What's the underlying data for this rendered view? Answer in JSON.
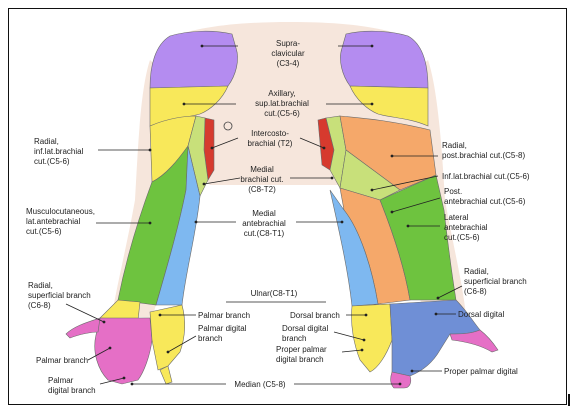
{
  "colors": {
    "skin": "#f6e6dc",
    "supraclavicular": "#b48cf0",
    "axillary": "#f8e85a",
    "intercostobrachial": "#d63a2e",
    "medial_brachial": "#c8e07a",
    "radial": "#f5a86a",
    "musculocutaneous": "#6ec33f",
    "medial_antebrachial": "#7eb8f0",
    "ulnar": "#f8e85a",
    "median": "#e56fc6",
    "dorsal_digital": "#6f8fd6"
  },
  "labels": {
    "supraclavicular": [
      "Supra-",
      "clavicular",
      "(C3-4)"
    ],
    "axillary": [
      "Axillary,",
      "sup.lat.brachial",
      "cut.(C5-6)"
    ],
    "intercostobrachial": [
      "Intercosto-",
      "brachial (T2)"
    ],
    "medial_brachial": [
      "Medial",
      "brachial cut.",
      "(C8-T2)"
    ],
    "medial_antebrachial": [
      "Medial",
      "antebrachial",
      "cut.(C8-T1)"
    ],
    "radial_inf_lat": [
      "Radial,",
      "inf.lat.brachial",
      "cut.(C5-6)"
    ],
    "musculocutaneous": [
      "Musculocutaneous,",
      "lat.antebrachial",
      "cut.(C5-6)"
    ],
    "radial_superficial_left": [
      "Radial,",
      "superficial branch",
      "(C6-8)"
    ],
    "palmar_branch_left": [
      "Palmar branch"
    ],
    "palmar_digital_branch_left": [
      "Palmar",
      "digital branch"
    ],
    "ulnar": [
      "Ulnar(C8-T1)"
    ],
    "palmar_branch_mid": [
      "Palmar branch"
    ],
    "palmar_digital_branch_mid": [
      "Palmar digital",
      "branch"
    ],
    "dorsal_branch": [
      "Dorsal branch"
    ],
    "dorsal_digital_branch": [
      "Dorsal digital",
      "branch"
    ],
    "proper_palmar_digital_branch": [
      "Proper palmar",
      "digital branch"
    ],
    "median": [
      "Median (C5-8)"
    ],
    "radial_post_brachial": [
      "Radial,",
      "post.brachial cut.(C5-8)"
    ],
    "inf_lat_brachial": [
      "Inf.lat.brachial cut.(C5-6)"
    ],
    "post_antebrachial": [
      "Post.",
      "antebrachial cut.(C5-6)"
    ],
    "lateral_antebrachial": [
      "Lateral",
      "antebrachial",
      "cut.(C5-6)"
    ],
    "radial_superficial_right": [
      "Radial,",
      "superficial branch",
      "(C6-8)"
    ],
    "dorsal_digital": [
      "Dorsal digital"
    ],
    "proper_palmar_digital": [
      "Proper palmar digital"
    ]
  }
}
